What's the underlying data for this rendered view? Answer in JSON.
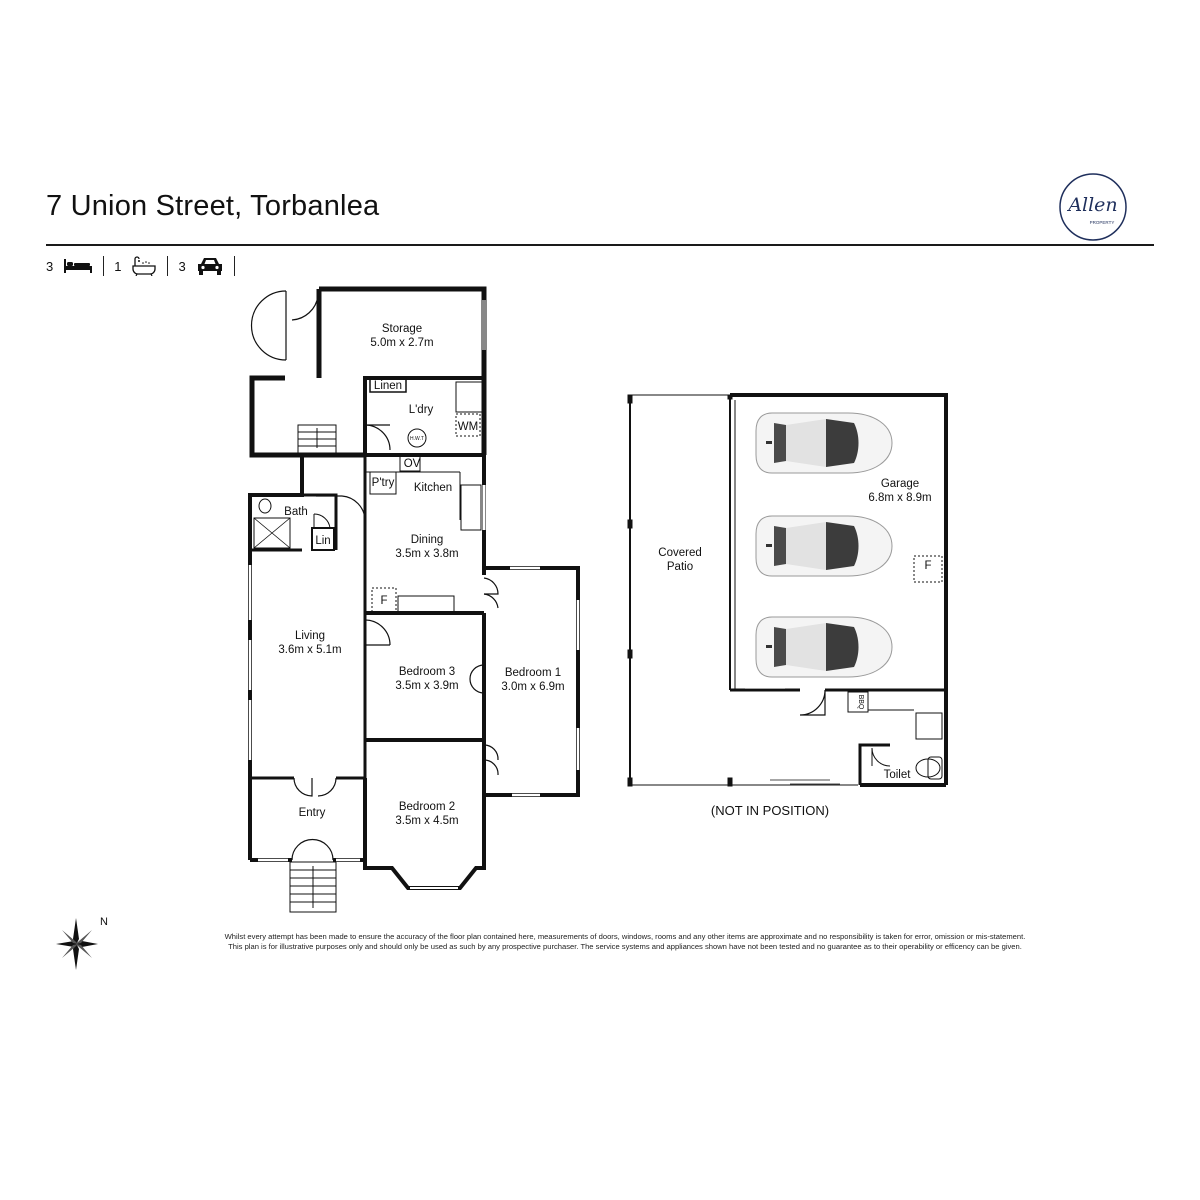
{
  "header": {
    "title": "7 Union Street, Torbanlea",
    "logo_text": "Allen",
    "logo_subtext": "PROPERTY"
  },
  "stats": {
    "bedrooms": "3",
    "bathrooms": "1",
    "car_spaces": "3"
  },
  "rooms": {
    "storage": {
      "name": "Storage",
      "size": "5.0m x 2.7m"
    },
    "linen": {
      "name": "Linen"
    },
    "laundry": {
      "name": "L'dry",
      "wm": "WM",
      "hwt": "H.W.T"
    },
    "ov": {
      "name": "OV"
    },
    "pantry": {
      "name": "P'try"
    },
    "kitchen": {
      "name": "Kitchen"
    },
    "bath": {
      "name": "Bath"
    },
    "lin": {
      "name": "Lin"
    },
    "dining": {
      "name": "Dining",
      "size": "3.5m x 3.8m"
    },
    "fridge": {
      "name": "F"
    },
    "living": {
      "name": "Living",
      "size": "3.6m x 5.1m"
    },
    "bedroom3": {
      "name": "Bedroom 3",
      "size": "3.5m x 3.9m"
    },
    "bedroom1": {
      "name": "Bedroom 1",
      "size": "3.0m x 6.9m"
    },
    "entry": {
      "name": "Entry"
    },
    "bedroom2": {
      "name": "Bedroom 2",
      "size": "3.5m x 4.5m"
    },
    "covered_patio": {
      "line1": "Covered",
      "line2": "Patio"
    },
    "garage": {
      "name": "Garage",
      "size": "6.8m x 8.9m"
    },
    "garage_fridge": {
      "name": "F"
    },
    "bbq": {
      "name": "BBQ"
    },
    "toilet": {
      "name": "Toilet"
    }
  },
  "not_in_position": "(NOT IN POSITION)",
  "compass_label": "N",
  "disclaimer": {
    "line1": "Whilst every attempt has been made to ensure the accuracy of the floor plan contained here, measurements of doors, windows, rooms and any other items are approximate and no responsibility is taken for error, omission or mis-statement.",
    "line2": "This plan is for illustrative purposes only and should only be used as such by any prospective purchaser. The service systems and appliances shown have not been tested and no guarantee as to their operability or efficency can be given."
  }
}
